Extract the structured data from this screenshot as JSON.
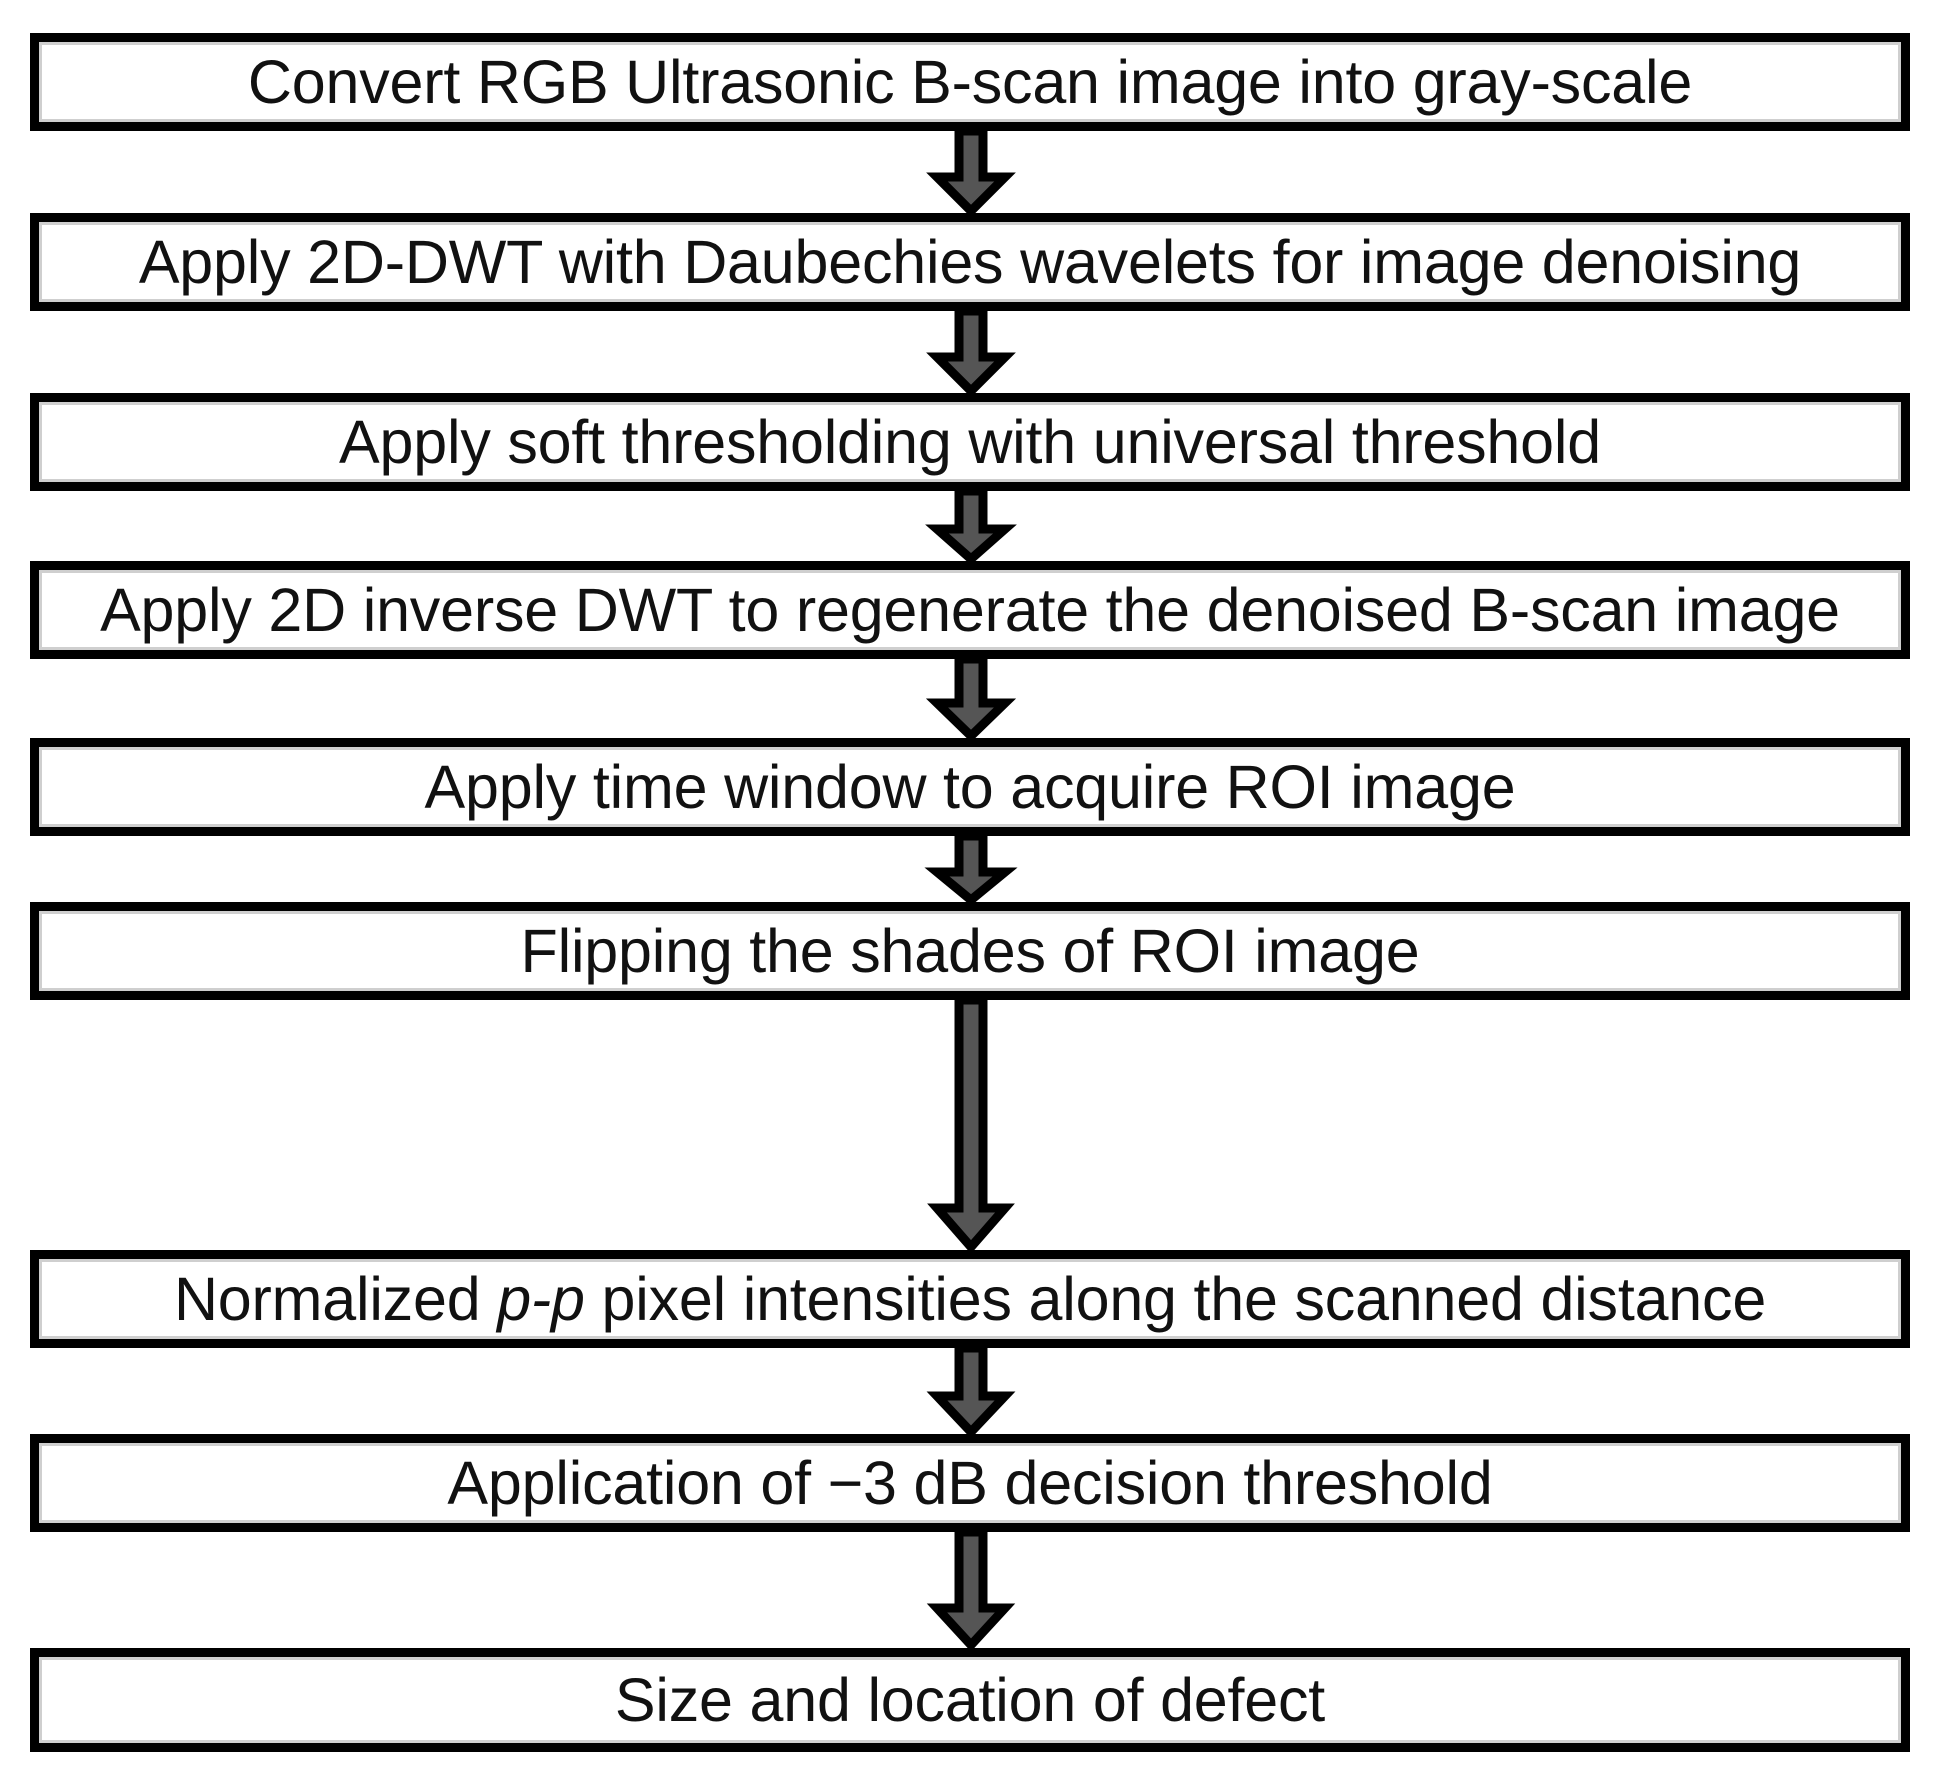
{
  "diagram": {
    "title": "Ultrasonic B-scan defect detection processing flowchart",
    "type": "flowchart",
    "orientation": "top-to-bottom",
    "colors": {
      "box_border": "#000000",
      "box_fill": "#ffffff",
      "box_inner_bevel": "#cfcfcf",
      "arrow_fill": "#555555",
      "arrow_outline": "#000000",
      "text": "#111111",
      "background": "#ffffff"
    },
    "nodes": [
      {
        "id": "step-1",
        "label": "Convert RGB Ultrasonic B-scan image into gray-scale"
      },
      {
        "id": "step-2",
        "label": "Apply 2D-DWT with Daubechies wavelets for image denoising"
      },
      {
        "id": "step-3",
        "label": "Apply soft thresholding with universal threshold"
      },
      {
        "id": "step-4",
        "label": "Apply 2D inverse DWT to regenerate the denoised B-scan image"
      },
      {
        "id": "step-5",
        "label": "Apply time window to acquire ROI image"
      },
      {
        "id": "step-6",
        "label": "Flipping the shades of ROI image"
      },
      {
        "id": "step-7",
        "label_pre": "Normalized ",
        "label_em": "p-p",
        "label_post": " pixel intensities along the scanned distance"
      },
      {
        "id": "step-8",
        "label": "Application of −3 dB decision threshold"
      },
      {
        "id": "step-9",
        "label": "Size and location of defect"
      }
    ],
    "connectors": [
      {
        "id": "arrow-1-2",
        "from": "step-1",
        "to": "step-2",
        "glyph": "down-arrow"
      },
      {
        "id": "arrow-2-3",
        "from": "step-2",
        "to": "step-3",
        "glyph": "down-arrow"
      },
      {
        "id": "arrow-3-4",
        "from": "step-3",
        "to": "step-4",
        "glyph": "down-arrow"
      },
      {
        "id": "arrow-4-5",
        "from": "step-4",
        "to": "step-5",
        "glyph": "down-arrow"
      },
      {
        "id": "arrow-5-6",
        "from": "step-5",
        "to": "step-6",
        "glyph": "down-arrow"
      },
      {
        "id": "arrow-6-7",
        "from": "step-6",
        "to": "step-7",
        "glyph": "down-arrow"
      },
      {
        "id": "arrow-7-8",
        "from": "step-7",
        "to": "step-8",
        "glyph": "down-arrow"
      },
      {
        "id": "arrow-8-9",
        "from": "step-8",
        "to": "step-9",
        "glyph": "down-arrow"
      }
    ]
  }
}
